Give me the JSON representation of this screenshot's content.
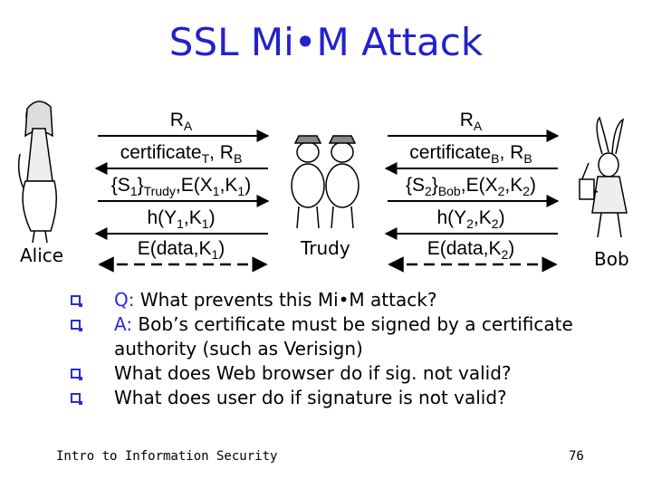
{
  "slide": {
    "title": "SSL Mi•M Attack",
    "footer": "Intro to Information Security",
    "page_number": "76"
  },
  "participants": {
    "alice": "Alice",
    "trudy": "Trudy",
    "bob": "Bob"
  },
  "left_messages": {
    "m1": "R",
    "m1_sub": "A",
    "m2": "certificate",
    "m2_sub": "T",
    "m2_tail": ", R",
    "m2_tail_sub": "B",
    "m3_a": "{S",
    "m3_a_sub": "1",
    "m3_b": "}",
    "m3_b_sub": "Trudy",
    "m3_c": ",E(X",
    "m3_c_sub": "1",
    "m3_d": ",K",
    "m3_d_sub": "1",
    "m3_e": ")",
    "m4_a": "h(Y",
    "m4_a_sub": "1",
    "m4_b": ",K",
    "m4_b_sub": "1",
    "m4_c": ")",
    "m5_a": "E(data,K",
    "m5_a_sub": "1",
    "m5_b": ")"
  },
  "right_messages": {
    "m1": "R",
    "m1_sub": "A",
    "m2": "certificate",
    "m2_sub": "B",
    "m2_tail": ", R",
    "m2_tail_sub": "B",
    "m3_a": "{S",
    "m3_a_sub": "2",
    "m3_b": "}",
    "m3_b_sub": "Bob",
    "m3_c": ",E(X",
    "m3_c_sub": "2",
    "m3_d": ",K",
    "m3_d_sub": "2",
    "m3_e": ")",
    "m4_a": "h(Y",
    "m4_a_sub": "2",
    "m4_b": ",K",
    "m4_b_sub": "2",
    "m4_c": ")",
    "m5_a": "E(data,K",
    "m5_a_sub": "2",
    "m5_b": ")"
  },
  "bullets": [
    {
      "keyword": "Q:",
      "text": " What prevents this Mi•M attack?"
    },
    {
      "keyword": "A:",
      "text": " Bob’s certificate must be signed by a certificate authority (such as Verisign)"
    },
    {
      "keyword": "",
      "text": "What does Web browser do if sig. not valid?"
    },
    {
      "keyword": "",
      "text": "What does user do if signature is not valid?"
    }
  ],
  "colors": {
    "title": "#2222cc",
    "bullet": "#2b2bd6",
    "keyword": "#2b2bd6"
  }
}
